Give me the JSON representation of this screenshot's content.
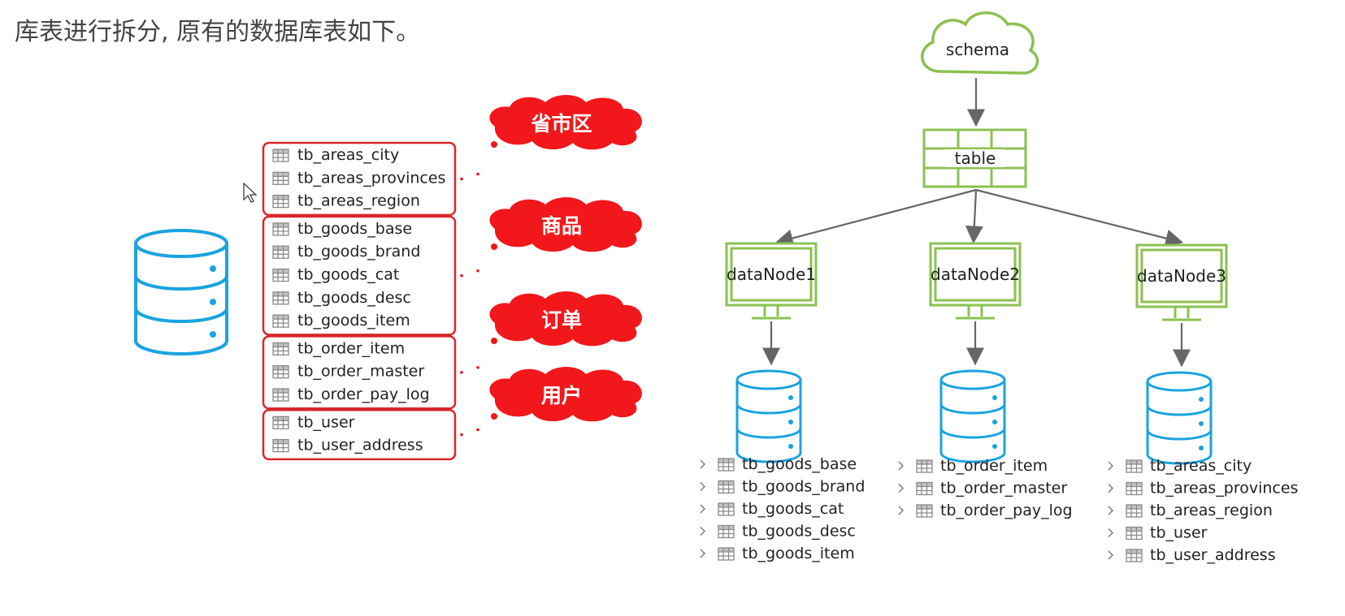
{
  "heading": "库表进行拆分, 原有的数据库表如下。",
  "groups": [
    {
      "label": "省市区",
      "tables": [
        "tb_areas_city",
        "tb_areas_provinces",
        "tb_areas_region"
      ]
    },
    {
      "label": "商品",
      "tables": [
        "tb_goods_base",
        "tb_goods_brand",
        "tb_goods_cat",
        "tb_goods_desc",
        "tb_goods_item"
      ]
    },
    {
      "label": "订单",
      "tables": [
        "tb_order_item",
        "tb_order_master",
        "tb_order_pay_log"
      ]
    },
    {
      "label": "用户",
      "tables": [
        "tb_user",
        "tb_user_address"
      ]
    }
  ],
  "schema_label": "schema",
  "table_label": "table",
  "nodes": [
    {
      "label": "dataNode1",
      "tables": [
        "tb_goods_base",
        "tb_goods_brand",
        "tb_goods_cat",
        "tb_goods_desc",
        "tb_goods_item"
      ]
    },
    {
      "label": "dataNode2",
      "tables": [
        "tb_order_item",
        "tb_order_master",
        "tb_order_pay_log"
      ]
    },
    {
      "label": "dataNode3",
      "tables": [
        "tb_areas_city",
        "tb_areas_provinces",
        "tb_areas_region",
        "tb_user",
        "tb_user_address"
      ]
    }
  ],
  "colors": {
    "group_border": "#d9262b",
    "cloud_red": "#f2171b",
    "db_blue": "#1aa3e0",
    "green": "#8cc151",
    "arrow": "#666666",
    "table_icon": "#8a8a8a"
  }
}
